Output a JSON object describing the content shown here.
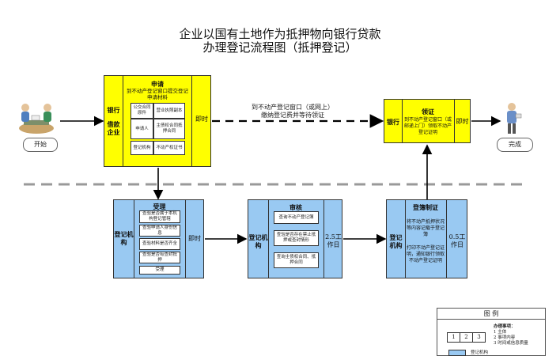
{
  "title": {
    "line1": "企业以国有土地作为抵押物向银行贷款",
    "line2": "办理登记流程图（抵押登记）"
  },
  "start_label": "开始",
  "end_label": "完成",
  "apply": {
    "side_label_1": "银行",
    "side_label_2": "借款",
    "side_label_3": "企业",
    "heading": "申请",
    "desc": "到不动产登记窗口提交登记申请材料",
    "cells": [
      "公交合同原件",
      "营业执照副本",
      "申请人",
      "主债权合同抵押合同",
      "登记机构",
      "不动产权证书"
    ],
    "time": "即时"
  },
  "middle_note": {
    "line1": "到不动产登记窗口（或网上）",
    "line2": "缴纳登记费并等待领证"
  },
  "cert": {
    "side_label": "银行",
    "heading": "领证",
    "desc": "到不动产登记窗口（或邮递上门）领取不动产登记证明",
    "time": "即时"
  },
  "accept": {
    "side_label": "登记机构",
    "heading": "受理",
    "cells": [
      "查验是否属于本机构登记管辖",
      "查验申请人身份信息",
      "查验材料是否齐全",
      "查验是否有查封抵押",
      "受理"
    ],
    "time": "即时"
  },
  "review": {
    "side_label": "登记机构",
    "heading": "审核",
    "cells": [
      "查询不动产登记簿",
      "查验是否存在禁止抵押或查封情形",
      "查询主债权合同、抵押合同"
    ],
    "time": "2.5工作日"
  },
  "register": {
    "side_label": "登记机构",
    "heading": "登簿制证",
    "text1": "将不动产抵押状况等内容记载于登记簿",
    "text2": "打印不动产登记证明，通知银行领取不动产登记证明",
    "time": "0.5工作日"
  },
  "legend": {
    "title": "图 例",
    "nums": [
      "1",
      "2",
      "3"
    ],
    "notes_title": "办理事项：",
    "notes": [
      "1 主体",
      "2 事项内容",
      "3 时间或信息质量"
    ],
    "blue_label": "登记机构"
  }
}
